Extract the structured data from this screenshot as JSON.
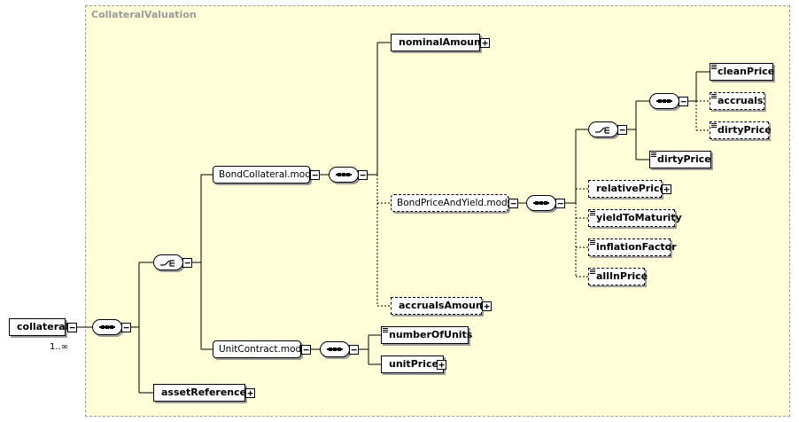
{
  "diagram": {
    "group_title": "CollateralValuation",
    "root": {
      "label": "collateral",
      "cardinality": "1..∞"
    },
    "elements": {
      "nominal_amount": "nominalAmount",
      "bond_collateral_model": "BondCollateral.model",
      "bond_price_and_yield_model": "BondPriceAndYield.model",
      "accruals_amount": "accrualsAmount",
      "unit_contract_model": "UnitContract.model",
      "number_of_units": "numberOfUnits",
      "unit_price": "unitPrice",
      "asset_reference": "assetReference",
      "clean_price": "cleanPrice",
      "accruals": "accruals",
      "dirty_price_inner": "dirtyPrice",
      "dirty_price": "dirtyPrice",
      "relative_price": "relativePrice",
      "yield_to_maturity": "yieldToMaturity",
      "inflation_factor": "inflationFactor",
      "all_in_price": "allInPrice"
    },
    "symbols": {
      "collapse": "−",
      "expand": "+"
    }
  }
}
